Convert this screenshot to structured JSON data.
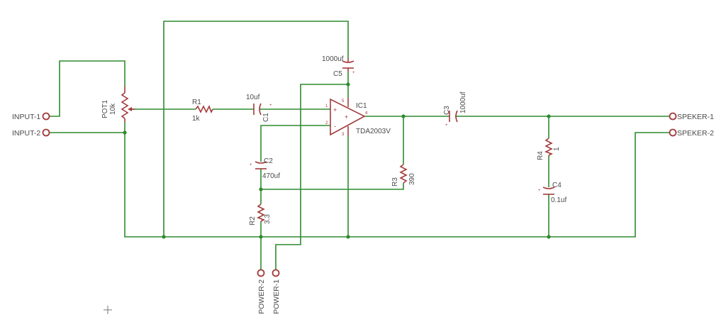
{
  "schematic": {
    "connectors": {
      "input_1": "INPUT-1",
      "input_2": "INPUT-2",
      "speaker_1": "SPEKER-1",
      "speaker_2": "SPEKER-2",
      "power_1": "POWER-1",
      "power_2": "POWER-2"
    },
    "components": {
      "pot1": {
        "ref": "POT1",
        "value": "10k"
      },
      "r1": {
        "ref": "R1",
        "value": "1k"
      },
      "c1": {
        "ref": "C1",
        "value": "10uf"
      },
      "ic1": {
        "ref": "IC1",
        "value": "TDA2003V",
        "pin_inv": "-",
        "pin_noninv": "+",
        "pin1": "1",
        "pin2": "2",
        "pin3": "3",
        "pin4": "4",
        "pin5": "5"
      },
      "c5": {
        "ref": "C5",
        "value": "1000uf"
      },
      "c2": {
        "ref": "C2",
        "value": "470uf"
      },
      "r2": {
        "ref": "R2",
        "value": "3.3"
      },
      "r3": {
        "ref": "R3",
        "value": "390"
      },
      "c3": {
        "ref": "C3",
        "value": "1000uf"
      },
      "r4": {
        "ref": "R4",
        "value": "1"
      },
      "c4": {
        "ref": "C4",
        "value": "0.1uf"
      }
    },
    "colors": {
      "wire": "#2e8b2e",
      "part": "#a33a3a",
      "text": "#4a4a4a",
      "background": "#ffffff"
    }
  }
}
